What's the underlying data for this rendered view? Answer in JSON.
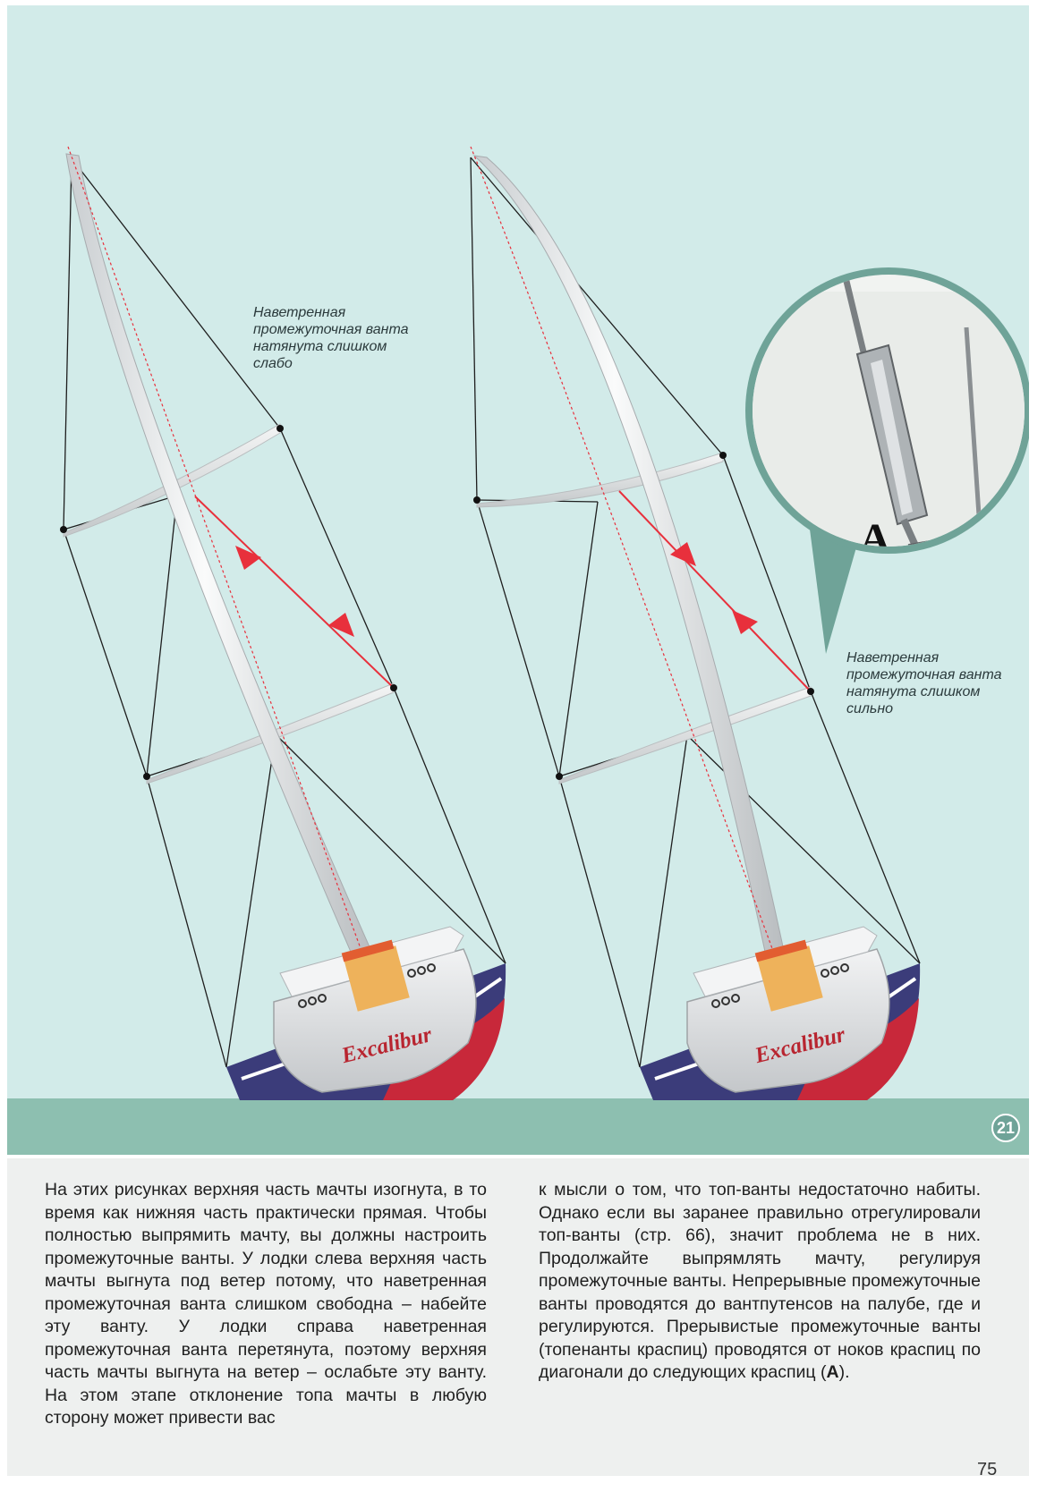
{
  "captions": {
    "left": "Наветренная\nпромежуточная ванта\nнатянута слишком\nслабо",
    "right": "Наветренная\nпромежуточная ванта\nнатянута слишком\nсильно"
  },
  "inset_label": "A",
  "boat_name": "Excalibur",
  "figure_number": "21",
  "body_text": {
    "left": "На этих рисунках верхняя часть мачты изогнута, в то время как нижняя часть практически прямая. Чтобы полностью выпрямить мачту, вы должны настроить промежуточные ванты. У лодки слева верхняя часть мачты выгнута под ветер потому, что наветренная промежуточная ванта слишком свободна – набейте эту ванту. У лодки справа наветренная промежуточная ванта перетянута, поэтому верхняя часть мачты выгнута на ветер – ослабьте эту ванту. На этом этапе отклонение топа мачты в любую сторону может привести вас",
    "right_main": "к мысли о том, что топ-ванты недостаточно набиты. Однако если вы заранее правильно отрегулировали топ-ванты (стр. 66), значит проблема не в них. Продолжайте выпрямлять мачту, регулируя промежуточные ванты. Непрерывные промежуточные ванты проводятся до вантпутенсов на палубе, где и регулируются. Прерывистые промежуточные ванты (топенанты краспиц) проводятся от ноков краспиц по диагонали до следующих краспиц (",
    "right_ref": "A",
    "right_end": ")."
  },
  "page_number": "75",
  "colors": {
    "background": "#d2ebe9",
    "ground": "#8dbfb0",
    "hull": "#3b3c7a",
    "hull_bottom": "#c8283a",
    "arrow": "#e8303c",
    "inset_ring": "#6fa398"
  }
}
